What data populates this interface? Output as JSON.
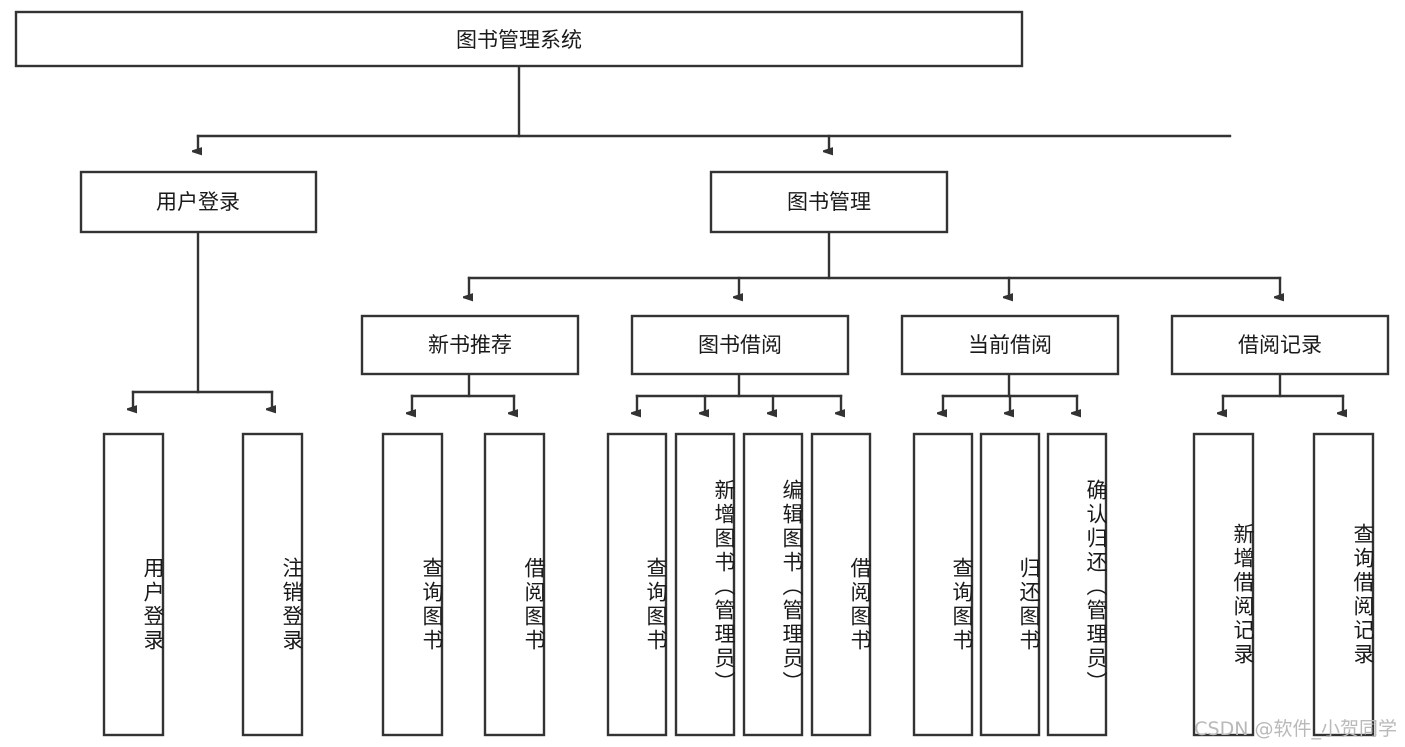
{
  "diagram": {
    "title": "图书管理系统",
    "type": "hierarchy-tree",
    "root": {
      "label": "图书管理系统"
    },
    "level2": [
      {
        "label": "用户登录"
      },
      {
        "label": "图书管理"
      }
    ],
    "level3": [
      {
        "label": "新书推荐"
      },
      {
        "label": "图书借阅"
      },
      {
        "label": "当前借阅"
      },
      {
        "label": "借阅记录"
      }
    ],
    "leaves": {
      "user_login": [
        {
          "label": "用户登录"
        },
        {
          "label": "注销登录"
        }
      ],
      "new_book_recommend": [
        {
          "label": "查询图书"
        },
        {
          "label": "借阅图书"
        }
      ],
      "book_borrow": [
        {
          "label": "查询图书"
        },
        {
          "label": "新增图书（管理员）"
        },
        {
          "label": "编辑图书（管理员）"
        },
        {
          "label": "借阅图书"
        }
      ],
      "current_borrow": [
        {
          "label": "查询图书"
        },
        {
          "label": "归还图书"
        },
        {
          "label": "确认归还（管理员）"
        }
      ],
      "borrow_record": [
        {
          "label": "新增借阅记录"
        },
        {
          "label": "查询借阅记录"
        }
      ]
    }
  },
  "watermark": {
    "text": "CSDN @软件_小贺同学"
  },
  "colors": {
    "stroke": "#333333",
    "box_fill": "#ffffff",
    "text": "#1a1a1a",
    "watermark": "#b9b9b9",
    "background": "#ffffff"
  }
}
